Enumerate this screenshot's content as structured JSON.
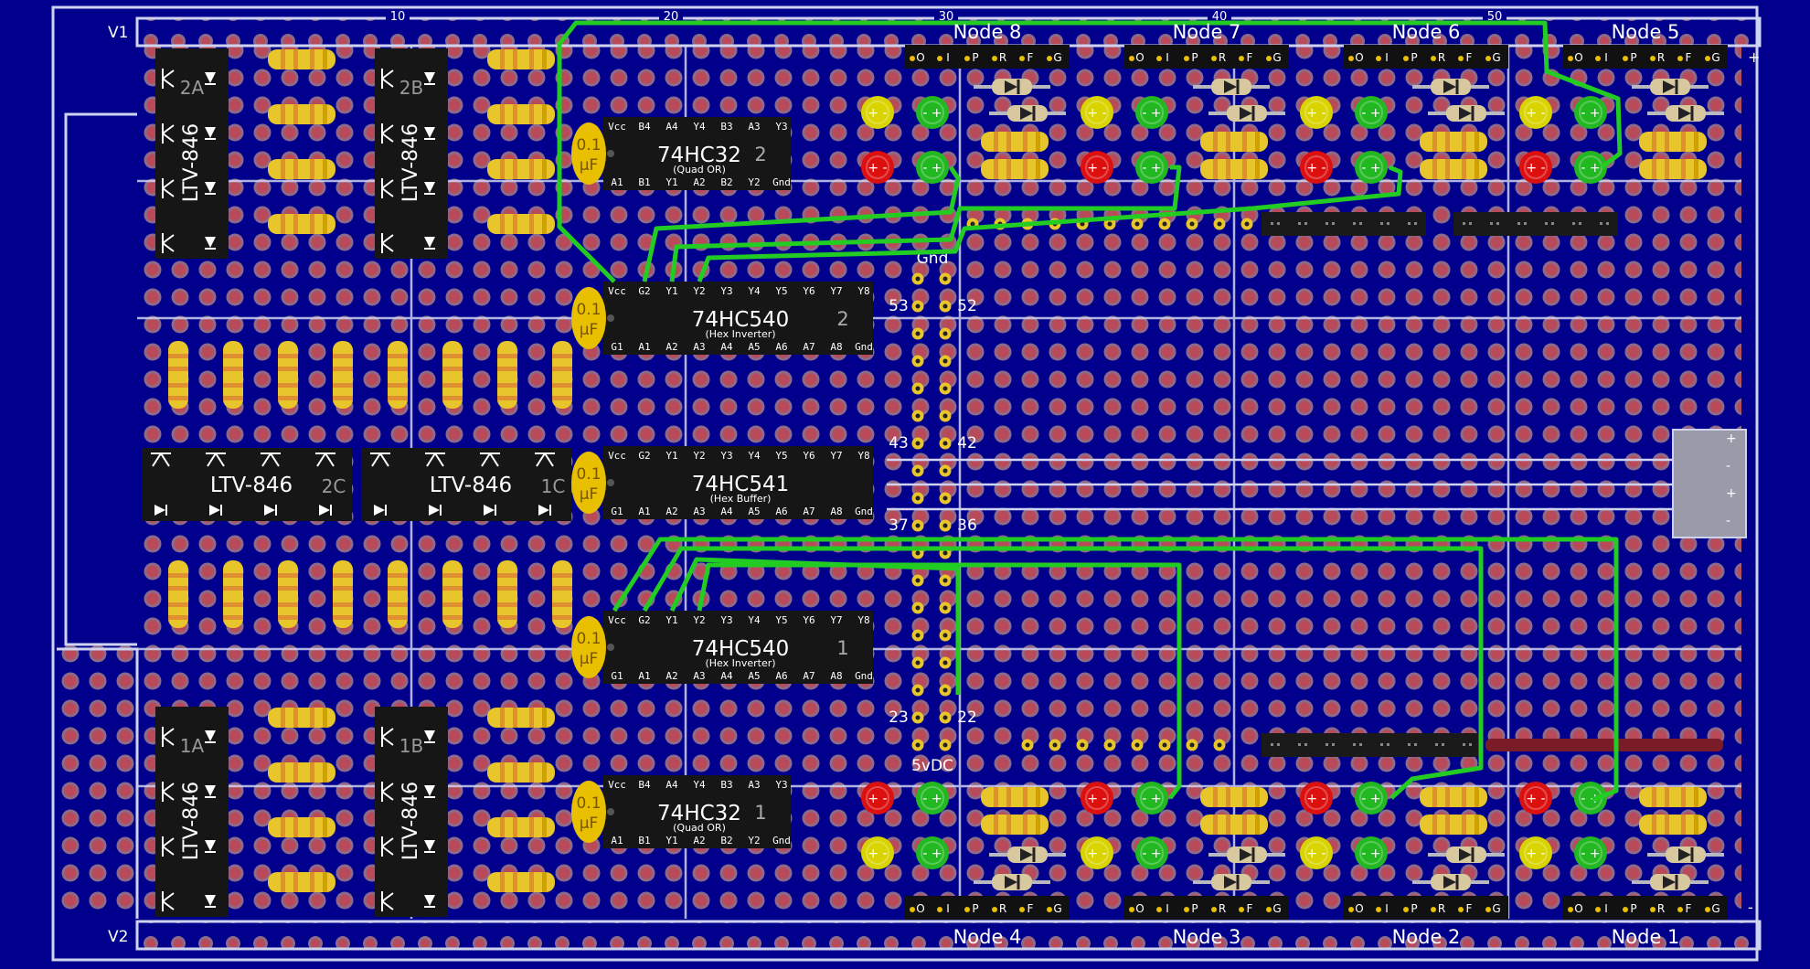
{
  "rails": {
    "top_label": "V1",
    "bottom_label": "V2",
    "plus": "+",
    "minus": "-"
  },
  "ruler": [
    "10",
    "20",
    "30",
    "40",
    "50"
  ],
  "nodes_top": [
    "Node 8",
    "Node 7",
    "Node 6",
    "Node 5"
  ],
  "nodes_bottom": [
    "Node 4",
    "Node 3",
    "Node 2",
    "Node 1"
  ],
  "header_pins": [
    "O",
    "I",
    "P",
    "R",
    "F",
    "G"
  ],
  "capacitor": {
    "line1": "0.1",
    "line2": "µF"
  },
  "optocouplers": {
    "part": "LTV-846",
    "vertical": [
      "2A",
      "2B",
      "1A",
      "1B"
    ],
    "horizontal": [
      "2C",
      "1C"
    ]
  },
  "chips": [
    {
      "name": "74HC32",
      "index": "2",
      "desc": "(Quad OR)",
      "top": [
        "Vcc",
        "B4",
        "A4",
        "Y4",
        "B3",
        "A3",
        "Y3"
      ],
      "bottom": [
        "A1",
        "B1",
        "Y1",
        "A2",
        "B2",
        "Y2",
        "Gnd"
      ]
    },
    {
      "name": "74HC540",
      "index": "2",
      "desc": "(Hex Inverter)",
      "top": [
        "Vcc",
        "G2",
        "Y1",
        "Y2",
        "Y3",
        "Y4",
        "Y5",
        "Y6",
        "Y7",
        "Y8"
      ],
      "bottom": [
        "G1",
        "A1",
        "A2",
        "A3",
        "A4",
        "A5",
        "A6",
        "A7",
        "A8",
        "Gnd"
      ]
    },
    {
      "name": "74HC541",
      "index": "",
      "desc": "(Hex Buffer)",
      "top": [
        "Vcc",
        "G2",
        "Y1",
        "Y2",
        "Y3",
        "Y4",
        "Y5",
        "Y6",
        "Y7",
        "Y8"
      ],
      "bottom": [
        "G1",
        "A1",
        "A2",
        "A3",
        "A4",
        "A5",
        "A6",
        "A7",
        "A8",
        "Gnd"
      ]
    },
    {
      "name": "74HC540",
      "index": "1",
      "desc": "(Hex Inverter)",
      "top": [
        "Vcc",
        "G2",
        "Y1",
        "Y2",
        "Y3",
        "Y4",
        "Y5",
        "Y6",
        "Y7",
        "Y8"
      ],
      "bottom": [
        "G1",
        "A1",
        "A2",
        "A3",
        "A4",
        "A5",
        "A6",
        "A7",
        "A8",
        "Gnd"
      ]
    },
    {
      "name": "74HC32",
      "index": "1",
      "desc": "(Quad OR)",
      "top": [
        "Vcc",
        "B4",
        "A4",
        "Y4",
        "B3",
        "A3",
        "Y3"
      ],
      "bottom": [
        "A1",
        "B1",
        "Y1",
        "A2",
        "B2",
        "Y2",
        "Gnd"
      ]
    }
  ],
  "connector": {
    "gnd": "Gnd",
    "power": "5vDC",
    "pin_numbers": [
      "53",
      "52",
      "43",
      "42",
      "37",
      "36",
      "23",
      "22"
    ]
  },
  "led_signs": {
    "plus": "+",
    "minus": "-"
  },
  "colors": {
    "board": "#00008c",
    "pad": "#b84a5a",
    "trace": "#22cc22",
    "chip": "#161616",
    "resistor": "#e8c52a",
    "capacitor": "#e8c000",
    "led_red": "#dd1010",
    "led_green": "#22b822",
    "led_yellow": "#d9d400"
  }
}
